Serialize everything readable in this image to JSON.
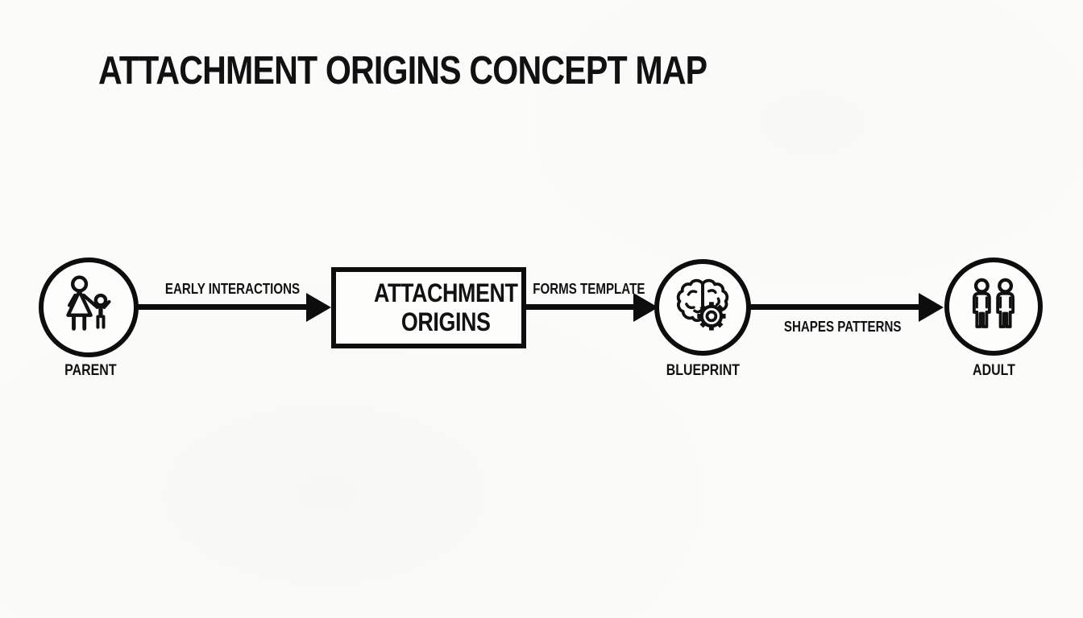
{
  "title": "ATTACHMENT ORIGINS CONCEPT MAP",
  "colors": {
    "ink": "#0d0d0d",
    "background": "#fbfbf9",
    "node_fill": "#fdfdfc"
  },
  "nodes": {
    "parent": {
      "label": "PARENT",
      "shape": "circle",
      "icon": "parent-child-icon"
    },
    "origins": {
      "label": "ATTACHMENT ORIGINS",
      "shape": "rectangle",
      "icon": null
    },
    "blueprint": {
      "label": "BLUEPRINT",
      "shape": "circle",
      "icon": "brain-gear-icon"
    },
    "adult": {
      "label": "ADULT",
      "shape": "circle",
      "icon": "two-adults-icon"
    }
  },
  "edges": [
    {
      "from": "PARENT",
      "to": "ATTACHMENT ORIGINS",
      "label": "EARLY INTERACTIONS"
    },
    {
      "from": "ATTACHMENT ORIGINS",
      "to": "BLUEPRINT",
      "label": "FORMS TEMPLATE"
    },
    {
      "from": "BLUEPRINT",
      "to": "ADULT",
      "label": "SHAPES PATTERNS"
    }
  ]
}
